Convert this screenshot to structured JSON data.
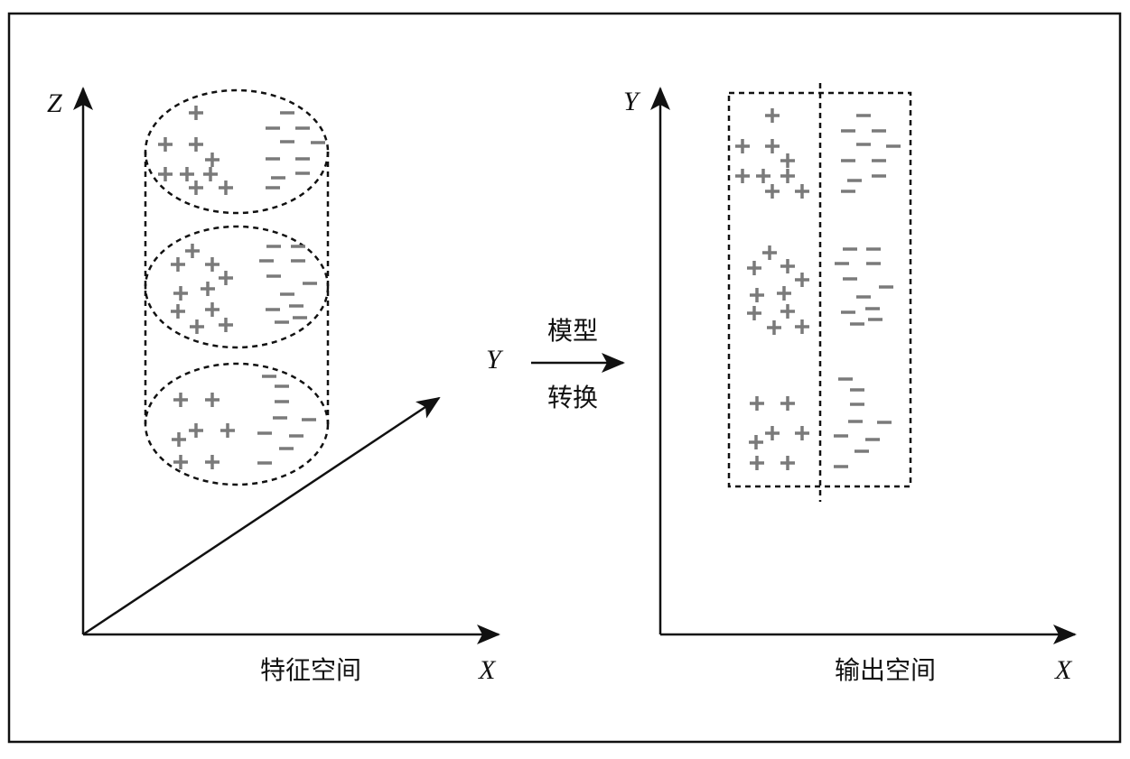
{
  "left_panel": {
    "axis_z": "Z",
    "axis_x": "X",
    "caption": "特征空间"
  },
  "transform": {
    "input_label": "Y",
    "top_text": "模型",
    "bottom_text": "转换"
  },
  "right_panel": {
    "axis_y": "Y",
    "axis_x": "X",
    "caption": "输出空间"
  },
  "colors": {
    "marks": "#7a7a7a",
    "lines": "#111111"
  }
}
